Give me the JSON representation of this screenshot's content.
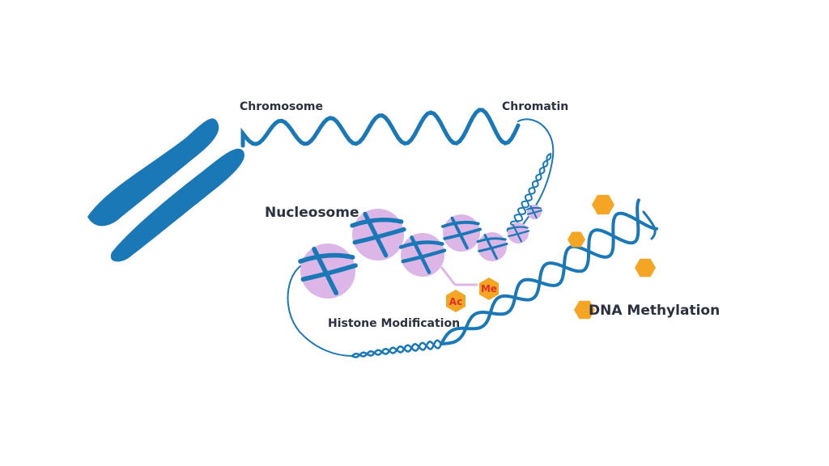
{
  "labels": {
    "chromosome": "Chromosome",
    "chromatin": "Chromatin",
    "nucleosome": "Nucleosome",
    "histone_modification": "Histone Modification",
    "dna_methylation": "DNA Methylation"
  },
  "modifications": {
    "acetyl": "Ac",
    "methyl": "Me"
  },
  "colors": {
    "dna_blue": "#1a78b6",
    "histone_pink": "#dcb6e6",
    "methyl_orange": "#f5a524",
    "mod_text_red": "#e0302a",
    "label_text": "#2b3140"
  }
}
